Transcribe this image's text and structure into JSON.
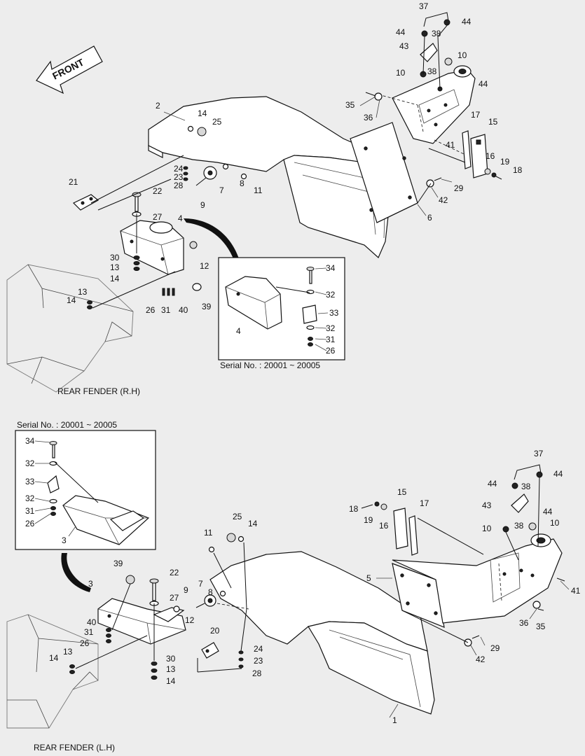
{
  "front_label": "FRONT",
  "rh": {
    "caption": "REAR FENDER (R.H)",
    "inset_caption": "Serial No. : 20001 ~ 20005",
    "callouts": [
      "37",
      "44",
      "38",
      "44",
      "43",
      "10",
      "10",
      "38",
      "44",
      "2",
      "14",
      "25",
      "35",
      "36",
      "17",
      "15",
      "41",
      "16",
      "19",
      "18",
      "24",
      "23",
      "28",
      "7",
      "8",
      "11",
      "21",
      "22",
      "9",
      "29",
      "42",
      "27",
      "6",
      "4",
      "30",
      "13",
      "14",
      "12",
      "13",
      "14",
      "26",
      "31",
      "40",
      "39",
      "34",
      "32",
      "33",
      "4",
      "32",
      "31",
      "26"
    ]
  },
  "lh": {
    "caption": "REAR FENDER (L.H)",
    "inset_caption": "Serial No. : 20001 ~ 20005",
    "callouts": [
      "34",
      "32",
      "33",
      "32",
      "31",
      "26",
      "3",
      "37",
      "44",
      "38",
      "44",
      "15",
      "17",
      "43",
      "44",
      "18",
      "19",
      "16",
      "38",
      "10",
      "10",
      "25",
      "14",
      "11",
      "5",
      "41",
      "39",
      "22",
      "9",
      "7",
      "8",
      "3",
      "27",
      "12",
      "40",
      "31",
      "26",
      "20",
      "36",
      "35",
      "29",
      "42",
      "24",
      "23",
      "30",
      "13",
      "14",
      "13",
      "14",
      "28",
      "1"
    ]
  }
}
